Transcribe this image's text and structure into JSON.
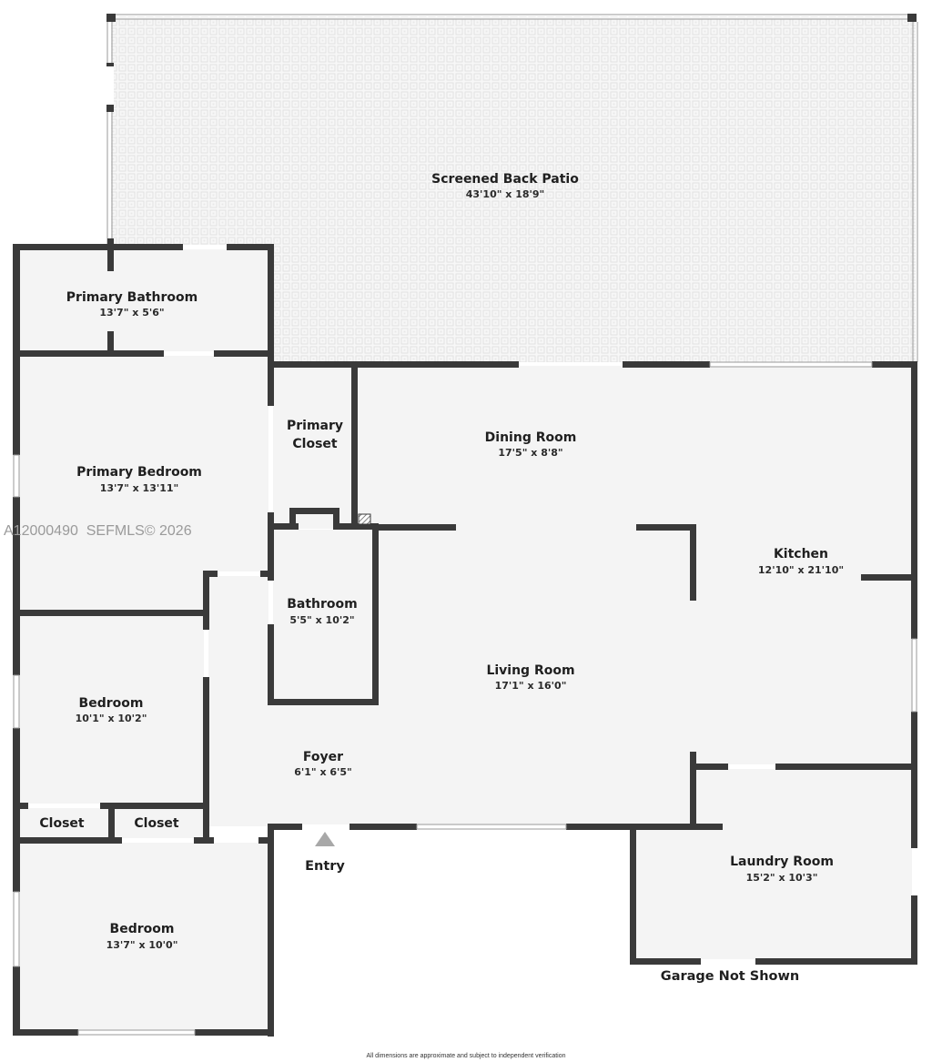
{
  "colors": {
    "wall": "#3a3a3a",
    "floor": "#f4f4f4",
    "patio_floor": "#f7f7f7",
    "patio_tile": "#e6e6e6",
    "opening": "#ffffff",
    "window_line": "#9a9a9a",
    "entry_arrow": "#a8a8a8",
    "watermark": "#9a9a9a"
  },
  "rooms": [
    {
      "id": "screened-back-patio",
      "name": "Screened Back Patio",
      "dims": "43'10\" x 18'9\""
    },
    {
      "id": "primary-bathroom",
      "name": "Primary Bathroom",
      "dims": "13'7\" x 5'6\""
    },
    {
      "id": "primary-bedroom",
      "name": "Primary Bedroom",
      "dims": "13'7\" x 13'11\""
    },
    {
      "id": "primary-closet",
      "name_line1": "Primary",
      "name_line2": "Closet"
    },
    {
      "id": "dining-room",
      "name": "Dining Room",
      "dims": "17'5\" x 8'8\""
    },
    {
      "id": "kitchen",
      "name": "Kitchen",
      "dims": "12'10\" x 21'10\""
    },
    {
      "id": "bathroom",
      "name": "Bathroom",
      "dims": "5'5\" x 10'2\""
    },
    {
      "id": "living-room",
      "name": "Living Room",
      "dims": "17'1\" x 16'0\""
    },
    {
      "id": "bedroom-2",
      "name": "Bedroom",
      "dims": "10'1\" x 10'2\""
    },
    {
      "id": "foyer",
      "name": "Foyer",
      "dims": "6'1\" x 6'5\""
    },
    {
      "id": "closet-1",
      "name": "Closet"
    },
    {
      "id": "closet-2",
      "name": "Closet"
    },
    {
      "id": "laundry-room",
      "name": "Laundry Room",
      "dims": "15'2\" x 10'3\""
    },
    {
      "id": "bedroom-3",
      "name": "Bedroom",
      "dims": "13'7\" x 10'0\""
    }
  ],
  "labels": {
    "entry": "Entry",
    "garage_note": "Garage Not Shown",
    "watermark": "A12000490  SEFMLS© 2026",
    "disclaimer": "All dimensions are approximate and subject to independent verification"
  },
  "icons": {
    "entry_arrow": "triangle-up",
    "chimney_hatch": "hatched-square"
  }
}
